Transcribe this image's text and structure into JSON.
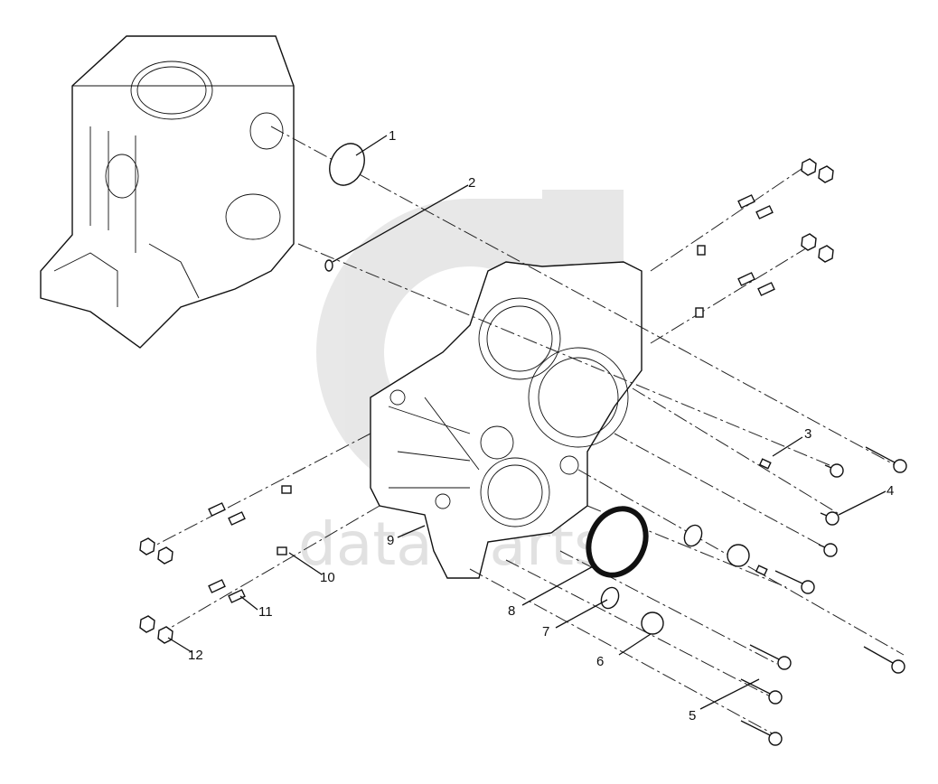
{
  "watermark": {
    "text": "data parts",
    "color": "#c9c9c9"
  },
  "callouts": [
    {
      "id": "1",
      "label": "1"
    },
    {
      "id": "2",
      "label": "2"
    },
    {
      "id": "3",
      "label": "3"
    },
    {
      "id": "4",
      "label": "4"
    },
    {
      "id": "5",
      "label": "5"
    },
    {
      "id": "6",
      "label": "6"
    },
    {
      "id": "7",
      "label": "7"
    },
    {
      "id": "8",
      "label": "8"
    },
    {
      "id": "9",
      "label": "9"
    },
    {
      "id": "10",
      "label": "10"
    },
    {
      "id": "11",
      "label": "11"
    },
    {
      "id": "12",
      "label": "12"
    }
  ]
}
